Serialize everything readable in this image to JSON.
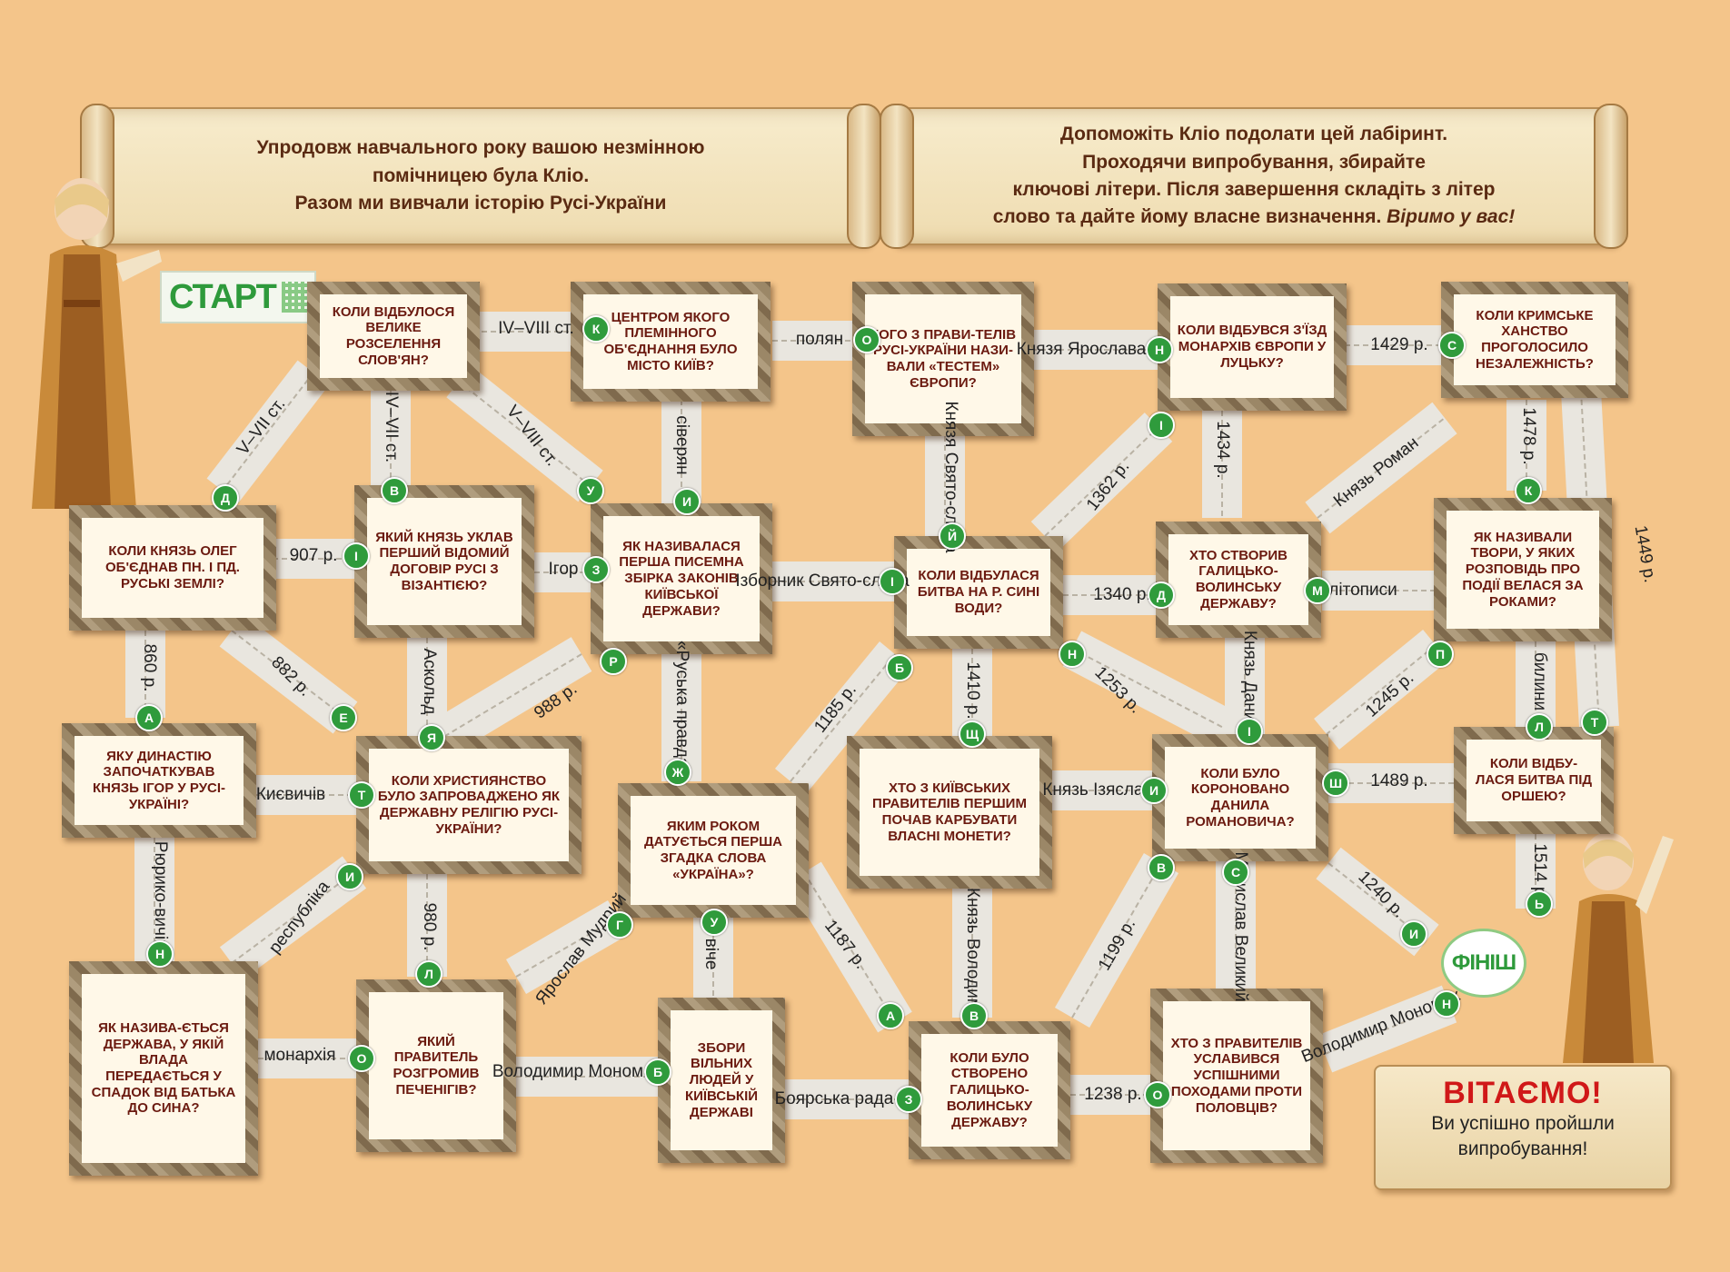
{
  "intro": {
    "left_lines": [
      "Упродовж навчального року вашою незмінною",
      "помічницею була Кліо.",
      "Разом ми вивчали історію Русі-України"
    ],
    "right_lines": [
      "Допоможіть Кліо подолати цей лабіринт.",
      "Проходячи випробування, збирайте",
      "ключові літери. Після завершення складіть з літер",
      "слово та дайте йому власне визначення."
    ],
    "right_emphasis": "Віримо у вас!"
  },
  "start_label": "СТАРТ",
  "finish_label": "ФІНІШ",
  "congrats": {
    "title": "ВІТАЄМО!",
    "line1": "Ви успішно пройшли",
    "line2": "випробування!"
  },
  "questions": [
    "КОЛИ ВІДБУЛОСЯ ВЕЛИКЕ РОЗСЕЛЕННЯ СЛОВ'ЯН?",
    "ЦЕНТРОМ ЯКОГО ПЛЕМІННОГО ОБ'ЄДНАННЯ БУЛО МІСТО КИЇВ?",
    "КОГО З ПРАВИ-ТЕЛІВ РУСІ-УКРАЇНИ НАЗИ-ВАЛИ «ТЕСТЕМ» ЄВРОПИ?",
    "КОЛИ ВІДБУВСЯ З'ЇЗД МОНАРХІВ ЄВРОПИ У ЛУЦЬКУ?",
    "КОЛИ КРИМСЬКЕ ХАНСТВО ПРОГОЛОСИЛО НЕЗАЛЕЖНІСТЬ?",
    "КОЛИ КНЯЗЬ ОЛЕГ ОБ'ЄДНАВ ПН. І ПД. РУСЬКІ ЗЕМЛІ?",
    "ЯКИЙ КНЯЗЬ УКЛАВ ПЕРШИЙ ВІДОМИЙ ДОГОВІР РУСІ З ВІЗАНТІЄЮ?",
    "ЯК НАЗИВАЛАСЯ ПЕРША ПИСЕМНА ЗБІРКА ЗАКОНІВ КИЇВСЬКОЇ ДЕРЖАВИ?",
    "КОЛИ ВІДБУЛАСЯ БИТВА НА Р. СИНІ ВОДИ?",
    "ХТО СТВОРИВ ГАЛИЦЬКО-ВОЛИНСЬКУ ДЕРЖАВУ?",
    "ЯК НАЗИВАЛИ ТВОРИ, У ЯКИХ РОЗПОВІДЬ ПРО ПОДІЇ ВЕЛАСЯ ЗА РОКАМИ?",
    "ЯКУ ДИНАСТІЮ ЗАПОЧАТКУВАВ КНЯЗЬ ІГОР У РУСІ-УКРАЇНІ?",
    "КОЛИ ХРИСТИЯНСТВО БУЛО ЗАПРОВАДЖЕНО ЯК ДЕРЖАВНУ РЕЛІГІЮ РУСІ-УКРАЇНИ?",
    "ЯКИМ РОКОМ ДАТУЄТЬСЯ ПЕРША ЗГАДКА СЛОВА «УКРАЇНА»?",
    "ХТО З КИЇВСЬКИХ ПРАВИТЕЛІВ ПЕРШИМ ПОЧАВ КАРБУВАТИ ВЛАСНІ МОНЕТИ?",
    "КОЛИ БУЛО КОРОНОВАНО ДАНИЛА РОМАНОВИЧА?",
    "КОЛИ ВІДБУ-ЛАСЯ БИТВА ПІД ОРШЕЮ?",
    "ЯК НАЗИВА-ЄТЬСЯ ДЕРЖАВА, У ЯКІЙ ВЛАДА ПЕРЕДАЄТЬСЯ У СПАДОК ВІД БАТЬКА ДО СИНА?",
    "ЯКИЙ ПРАВИТЕЛЬ РОЗГРОМИВ ПЕЧЕНІГІВ?",
    "ЗБОРИ ВІЛЬНИХ ЛЮДЕЙ У КИЇВСЬКІЙ ДЕРЖАВІ",
    "КОЛИ БУЛО СТВОРЕНО ГАЛИЦЬКО-ВОЛИНСЬКУ ДЕРЖАВУ?",
    "ХТО З ПРАВИТЕЛІВ УСЛАВИВСЯ УСПІШНИМИ ПОХОДАМИ ПРОТИ ПОЛОВЦІВ?"
  ],
  "answers": [
    {
      "text": "IV–VIII ст.",
      "letter": "К"
    },
    {
      "text": "полян",
      "letter": "О"
    },
    {
      "text": "Князя Ярослава",
      "letter": "Н"
    },
    {
      "text": "1429 р.",
      "letter": "С"
    },
    {
      "text": "V–VII ст.",
      "letter": "Д"
    },
    {
      "text": "IV–VII ст.",
      "letter": "В"
    },
    {
      "text": "V–VIII ст.",
      "letter": "У"
    },
    {
      "text": "сіверян",
      "letter": "И"
    },
    {
      "text": "Князя Свято-слава",
      "letter": "Й"
    },
    {
      "text": "1362 р.",
      "letter": "І"
    },
    {
      "text": "1434 р.",
      "letter": ""
    },
    {
      "text": "Князь Роман",
      "letter": ""
    },
    {
      "text": "1478 р.",
      "letter": "К"
    },
    {
      "text": "1449 р.",
      "letter": "Т"
    },
    {
      "text": "907 р.",
      "letter": "І"
    },
    {
      "text": "Ігор",
      "letter": "З"
    },
    {
      "text": "Ізборник Свято-слава",
      "letter": "І"
    },
    {
      "text": "1340 р.",
      "letter": "Д"
    },
    {
      "text": "літописи",
      "letter": "М"
    },
    {
      "text": "860 р.",
      "letter": "А"
    },
    {
      "text": "882 р.",
      "letter": "Е"
    },
    {
      "text": "Аскольд",
      "letter": "Я"
    },
    {
      "text": "988 р.",
      "letter": "Р"
    },
    {
      "text": "«Руська правда»",
      "letter": "Ж"
    },
    {
      "text": "1185 р.",
      "letter": "Б"
    },
    {
      "text": "1410 р.",
      "letter": "Щ"
    },
    {
      "text": "1253 р.",
      "letter": "Н"
    },
    {
      "text": "Князь Данило",
      "letter": "І"
    },
    {
      "text": "1245 р.",
      "letter": "П"
    },
    {
      "text": "билини",
      "letter": "Л"
    },
    {
      "text": "Києвичів",
      "letter": "Т"
    },
    {
      "text": "Князь Ізяслав",
      "letter": "И"
    },
    {
      "text": "1489 р.",
      "letter": "Ш"
    },
    {
      "text": "Рюрико-вичів",
      "letter": "Н"
    },
    {
      "text": "республіка",
      "letter": "И"
    },
    {
      "text": "980 р.",
      "letter": "Л"
    },
    {
      "text": "Ярослав Мудрий",
      "letter": "Г"
    },
    {
      "text": "віче",
      "letter": "У"
    },
    {
      "text": "1187 р.",
      "letter": "А"
    },
    {
      "text": "Князь Володимир",
      "letter": "В"
    },
    {
      "text": "1199 р.",
      "letter": "В"
    },
    {
      "text": "Мстислав Великий",
      "letter": "С"
    },
    {
      "text": "1240 р.",
      "letter": "И"
    },
    {
      "text": "1514 р.",
      "letter": "Ь"
    },
    {
      "text": "монархія",
      "letter": "О"
    },
    {
      "text": "Володимир Мономах",
      "letter": "Б"
    },
    {
      "text": "Боярська рада",
      "letter": "З"
    },
    {
      "text": "1238 р.",
      "letter": "О"
    },
    {
      "text": "Володимир Мономах",
      "letter": "Н"
    }
  ]
}
